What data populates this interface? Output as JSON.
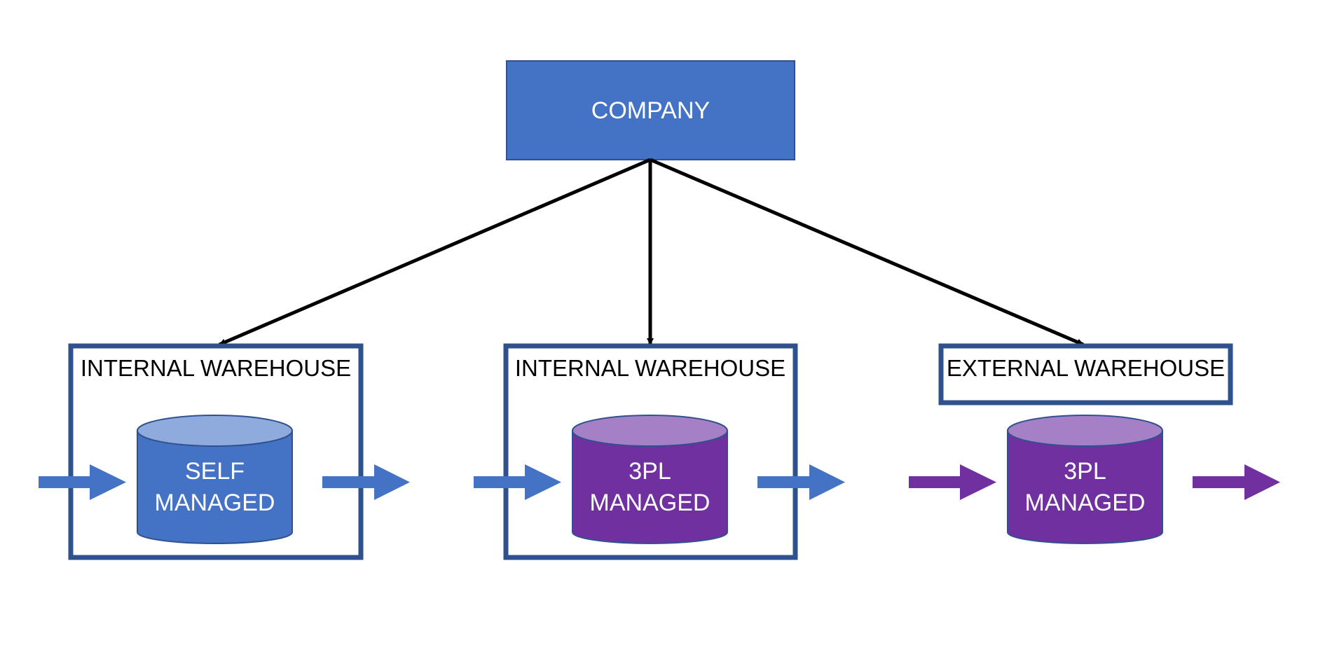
{
  "company": {
    "label": "COMPANY"
  },
  "warehouses": [
    {
      "title": "INTERNAL WAREHOUSE",
      "store_line1": "SELF",
      "store_line2": "MANAGED",
      "theme": "blue"
    },
    {
      "title": "INTERNAL WAREHOUSE",
      "store_line1": "3PL",
      "store_line2": "MANAGED",
      "theme": "purple"
    },
    {
      "title": "EXTERNAL WAREHOUSE",
      "store_line1": "3PL",
      "store_line2": "MANAGED",
      "theme": "purple"
    }
  ],
  "colors": {
    "company_fill": "#4472C4",
    "company_border": "#2F528F",
    "frame_border": "#2F528F",
    "blue_body": "#4472C4",
    "blue_top": "#8FAADC",
    "purple_body": "#7030A0",
    "purple_top": "#A680C6",
    "blue_arrow": "#4472C4",
    "purple_arrow": "#7030A0",
    "connector": "#000000"
  }
}
